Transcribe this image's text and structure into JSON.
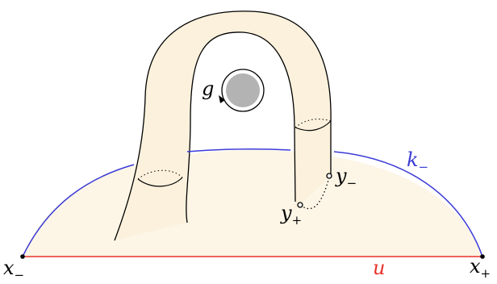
{
  "labels": {
    "g": "g",
    "k_minus": {
      "base": "k",
      "sub": "−"
    },
    "u": "u",
    "x_minus": {
      "base": "x",
      "sub": "−"
    },
    "x_plus": {
      "base": "x",
      "sub": "+"
    },
    "y_minus": {
      "base": "y",
      "sub": "−"
    },
    "y_plus": {
      "base": "y",
      "sub": "+"
    }
  },
  "colors": {
    "surface_fill": "#fdf6e6",
    "tube_fill": "#fbf1dc",
    "outline": "#000000",
    "curve_k": "#3b3bd6",
    "segment_u": "#e8322b",
    "disk": "#b3b3b3"
  }
}
